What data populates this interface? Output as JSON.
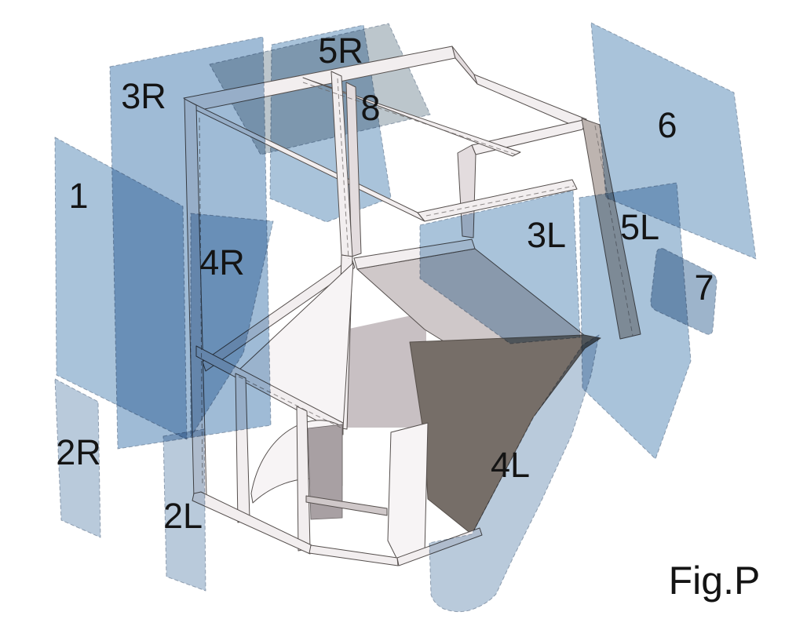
{
  "figure": {
    "caption": "Fig.P"
  },
  "panel_labels": [
    {
      "id": "glass-panel-1",
      "text": "1"
    },
    {
      "id": "glass-panel-2R",
      "text": "2R"
    },
    {
      "id": "glass-panel-2L",
      "text": "2L"
    },
    {
      "id": "glass-panel-3R",
      "text": "3R"
    },
    {
      "id": "glass-panel-3L",
      "text": "3L"
    },
    {
      "id": "glass-panel-4R",
      "text": "4R"
    },
    {
      "id": "glass-panel-4L",
      "text": "4L"
    },
    {
      "id": "glass-panel-5R",
      "text": "5R"
    },
    {
      "id": "glass-panel-5L",
      "text": "5L"
    },
    {
      "id": "glass-panel-6",
      "text": "6"
    },
    {
      "id": "glass-panel-7",
      "text": "7"
    },
    {
      "id": "glass-panel-8",
      "text": "8"
    }
  ],
  "colors": {
    "background": "#ffffff",
    "glass": "#a9c3da",
    "glass-light": "#b9cadb",
    "glass-deep": "#9fbbd6",
    "glass-gray": "#bcc6cc",
    "glass-muted": "#9db4cb",
    "frame": "#f2eeef",
    "frame-shade": "#cfc8c9",
    "frame-dark": "#766e68",
    "outline": "#56504e",
    "label": "#141414"
  }
}
